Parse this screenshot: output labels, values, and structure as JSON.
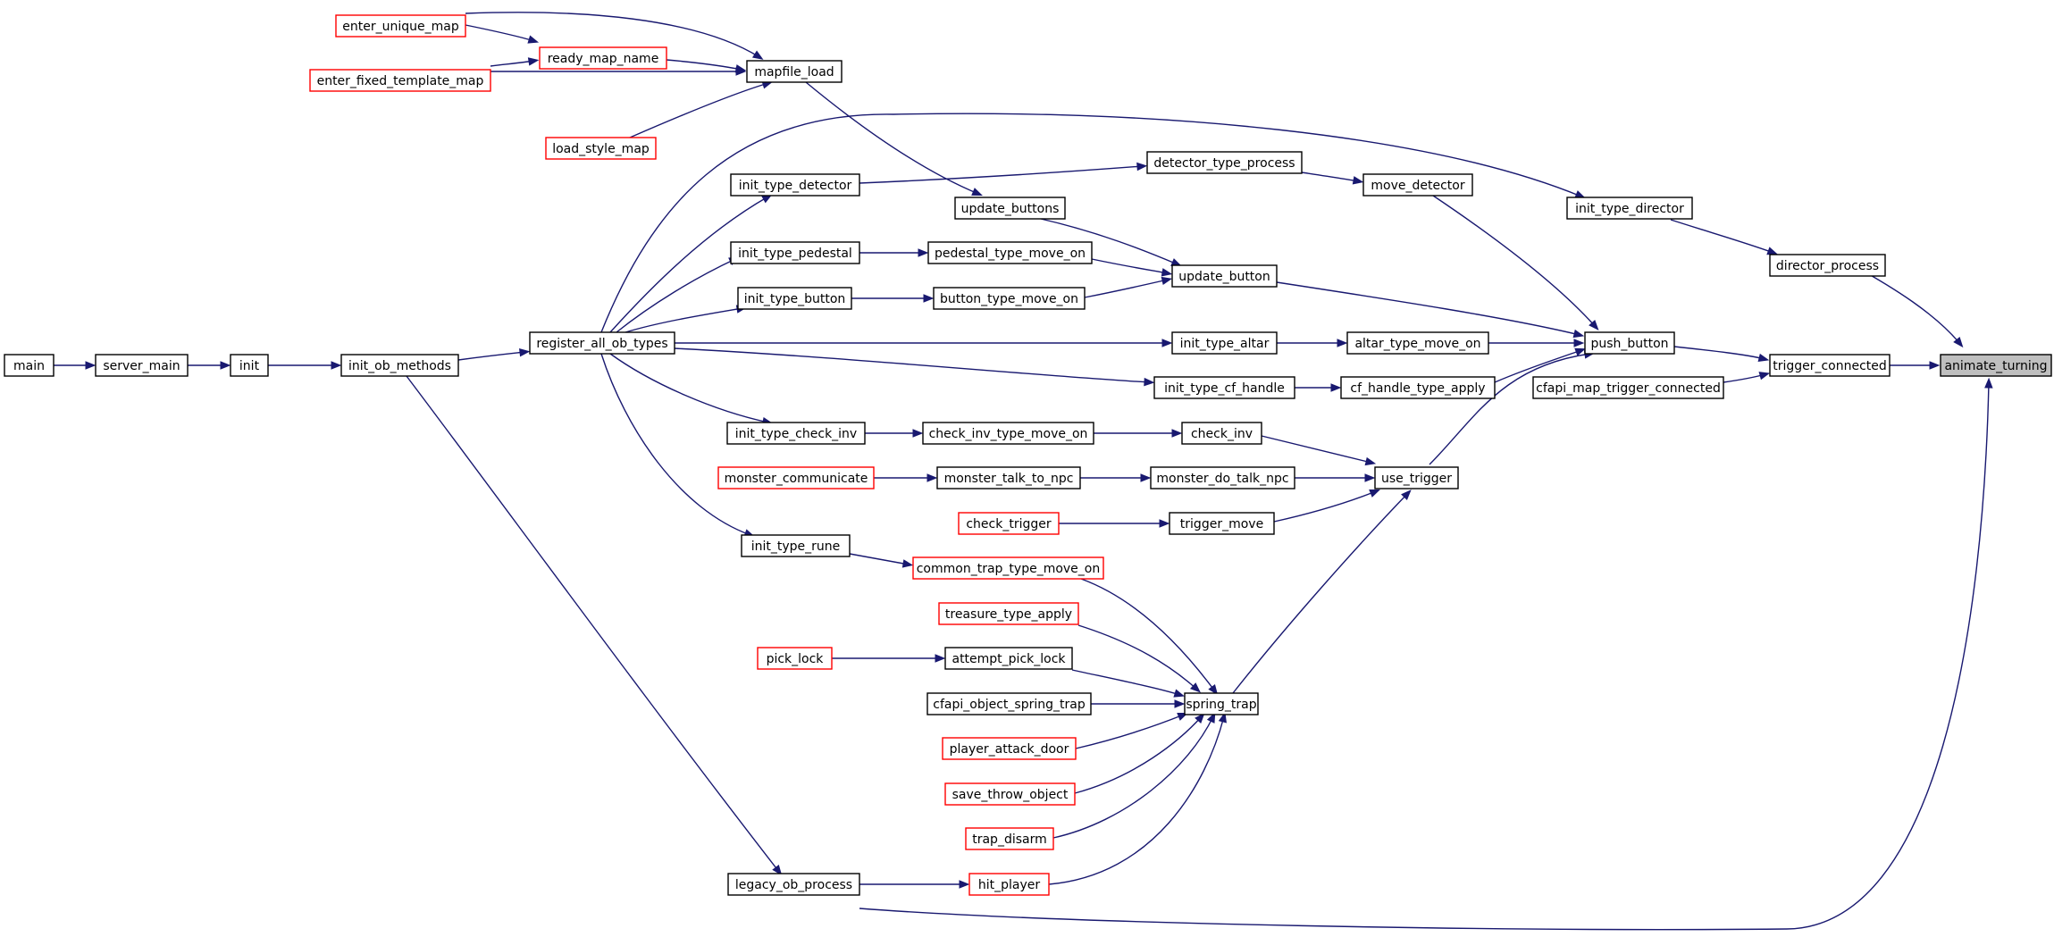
{
  "colors": {
    "edge": "#191970",
    "incomplete_border": "#ff0000",
    "node_border": "#000000",
    "selected_fill": "#bfbfbf"
  },
  "nodes": [
    {
      "id": "animate_turning",
      "label": "animate_turning",
      "selected": true
    },
    {
      "id": "director_process",
      "label": "director_process"
    },
    {
      "id": "trigger_connected",
      "label": "trigger_connected"
    },
    {
      "id": "init_type_director",
      "label": "init_type_director"
    },
    {
      "id": "cfapi_map_trigger_connected",
      "label": "cfapi_map_trigger_connected"
    },
    {
      "id": "push_button",
      "label": "push_button"
    },
    {
      "id": "move_detector",
      "label": "move_detector"
    },
    {
      "id": "altar_type_move_on",
      "label": "altar_type_move_on"
    },
    {
      "id": "cf_handle_type_apply",
      "label": "cf_handle_type_apply"
    },
    {
      "id": "use_trigger",
      "label": "use_trigger"
    },
    {
      "id": "update_button",
      "label": "update_button"
    },
    {
      "id": "detector_type_process",
      "label": "detector_type_process"
    },
    {
      "id": "update_buttons",
      "label": "update_buttons"
    },
    {
      "id": "pedestal_type_move_on",
      "label": "pedestal_type_move_on"
    },
    {
      "id": "button_type_move_on",
      "label": "button_type_move_on"
    },
    {
      "id": "init_type_altar",
      "label": "init_type_altar"
    },
    {
      "id": "init_type_cf_handle",
      "label": "init_type_cf_handle"
    },
    {
      "id": "check_inv",
      "label": "check_inv"
    },
    {
      "id": "monster_do_talk_npc",
      "label": "monster_do_talk_npc"
    },
    {
      "id": "trigger_move",
      "label": "trigger_move"
    },
    {
      "id": "spring_trap",
      "label": "spring_trap"
    },
    {
      "id": "mapfile_load",
      "label": "mapfile_load"
    },
    {
      "id": "init_type_detector",
      "label": "init_type_detector"
    },
    {
      "id": "init_type_pedestal",
      "label": "init_type_pedestal"
    },
    {
      "id": "init_type_button",
      "label": "init_type_button"
    },
    {
      "id": "register_all_ob_types",
      "label": "register_all_ob_types"
    },
    {
      "id": "check_inv_type_move_on",
      "label": "check_inv_type_move_on"
    },
    {
      "id": "monster_talk_to_npc",
      "label": "monster_talk_to_npc"
    },
    {
      "id": "check_trigger",
      "label": "check_trigger",
      "incomplete": true
    },
    {
      "id": "common_trap_type_move_on",
      "label": "common_trap_type_move_on",
      "incomplete": true
    },
    {
      "id": "treasure_type_apply",
      "label": "treasure_type_apply",
      "incomplete": true
    },
    {
      "id": "attempt_pick_lock",
      "label": "attempt_pick_lock"
    },
    {
      "id": "cfapi_object_spring_trap",
      "label": "cfapi_object_spring_trap"
    },
    {
      "id": "player_attack_door",
      "label": "player_attack_door",
      "incomplete": true
    },
    {
      "id": "save_throw_object",
      "label": "save_throw_object",
      "incomplete": true
    },
    {
      "id": "trap_disarm",
      "label": "trap_disarm",
      "incomplete": true
    },
    {
      "id": "hit_player",
      "label": "hit_player",
      "incomplete": true
    },
    {
      "id": "enter_unique_map",
      "label": "enter_unique_map",
      "incomplete": true
    },
    {
      "id": "ready_map_name",
      "label": "ready_map_name",
      "incomplete": true
    },
    {
      "id": "enter_fixed_template_map",
      "label": "enter_fixed_template_map",
      "incomplete": true
    },
    {
      "id": "load_style_map",
      "label": "load_style_map",
      "incomplete": true
    },
    {
      "id": "init_ob_methods",
      "label": "init_ob_methods"
    },
    {
      "id": "init_type_check_inv",
      "label": "init_type_check_inv"
    },
    {
      "id": "monster_communicate",
      "label": "monster_communicate",
      "incomplete": true
    },
    {
      "id": "init_type_rune",
      "label": "init_type_rune"
    },
    {
      "id": "pick_lock",
      "label": "pick_lock",
      "incomplete": true
    },
    {
      "id": "legacy_ob_process",
      "label": "legacy_ob_process"
    },
    {
      "id": "init",
      "label": "init"
    },
    {
      "id": "server_main",
      "label": "server_main"
    },
    {
      "id": "main",
      "label": "main"
    }
  ],
  "edges": [
    {
      "from": "director_process",
      "to": "animate_turning"
    },
    {
      "from": "trigger_connected",
      "to": "animate_turning"
    },
    {
      "from": "legacy_ob_process",
      "to": "animate_turning"
    },
    {
      "from": "init_type_director",
      "to": "director_process"
    },
    {
      "from": "register_all_ob_types",
      "to": "init_type_director"
    },
    {
      "from": "push_button",
      "to": "trigger_connected"
    },
    {
      "from": "cfapi_map_trigger_connected",
      "to": "trigger_connected"
    },
    {
      "from": "move_detector",
      "to": "push_button"
    },
    {
      "from": "update_button",
      "to": "push_button"
    },
    {
      "from": "altar_type_move_on",
      "to": "push_button"
    },
    {
      "from": "cf_handle_type_apply",
      "to": "push_button"
    },
    {
      "from": "use_trigger",
      "to": "push_button"
    },
    {
      "from": "detector_type_process",
      "to": "move_detector"
    },
    {
      "from": "init_type_detector",
      "to": "detector_type_process"
    },
    {
      "from": "update_buttons",
      "to": "update_button"
    },
    {
      "from": "pedestal_type_move_on",
      "to": "update_button"
    },
    {
      "from": "button_type_move_on",
      "to": "update_button"
    },
    {
      "from": "mapfile_load",
      "to": "update_buttons"
    },
    {
      "from": "enter_unique_map",
      "to": "mapfile_load"
    },
    {
      "from": "ready_map_name",
      "to": "mapfile_load"
    },
    {
      "from": "enter_fixed_template_map",
      "to": "mapfile_load"
    },
    {
      "from": "load_style_map",
      "to": "mapfile_load"
    },
    {
      "from": "enter_unique_map",
      "to": "ready_map_name"
    },
    {
      "from": "enter_fixed_template_map",
      "to": "ready_map_name"
    },
    {
      "from": "init_type_pedestal",
      "to": "pedestal_type_move_on"
    },
    {
      "from": "init_type_button",
      "to": "button_type_move_on"
    },
    {
      "from": "init_type_altar",
      "to": "altar_type_move_on"
    },
    {
      "from": "init_type_cf_handle",
      "to": "cf_handle_type_apply"
    },
    {
      "from": "check_inv",
      "to": "use_trigger"
    },
    {
      "from": "monster_do_talk_npc",
      "to": "use_trigger"
    },
    {
      "from": "trigger_move",
      "to": "use_trigger"
    },
    {
      "from": "spring_trap",
      "to": "use_trigger"
    },
    {
      "from": "check_inv_type_move_on",
      "to": "check_inv"
    },
    {
      "from": "init_type_check_inv",
      "to": "check_inv_type_move_on"
    },
    {
      "from": "monster_talk_to_npc",
      "to": "monster_do_talk_npc"
    },
    {
      "from": "monster_communicate",
      "to": "monster_talk_to_npc"
    },
    {
      "from": "check_trigger",
      "to": "trigger_move"
    },
    {
      "from": "common_trap_type_move_on",
      "to": "spring_trap"
    },
    {
      "from": "treasure_type_apply",
      "to": "spring_trap"
    },
    {
      "from": "attempt_pick_lock",
      "to": "spring_trap"
    },
    {
      "from": "cfapi_object_spring_trap",
      "to": "spring_trap"
    },
    {
      "from": "player_attack_door",
      "to": "spring_trap"
    },
    {
      "from": "save_throw_object",
      "to": "spring_trap"
    },
    {
      "from": "trap_disarm",
      "to": "spring_trap"
    },
    {
      "from": "hit_player",
      "to": "spring_trap"
    },
    {
      "from": "pick_lock",
      "to": "attempt_pick_lock"
    },
    {
      "from": "init_type_rune",
      "to": "common_trap_type_move_on"
    },
    {
      "from": "legacy_ob_process",
      "to": "hit_player"
    },
    {
      "from": "register_all_ob_types",
      "to": "init_type_detector"
    },
    {
      "from": "register_all_ob_types",
      "to": "init_type_pedestal"
    },
    {
      "from": "register_all_ob_types",
      "to": "init_type_button"
    },
    {
      "from": "register_all_ob_types",
      "to": "init_type_altar"
    },
    {
      "from": "register_all_ob_types",
      "to": "init_type_cf_handle"
    },
    {
      "from": "register_all_ob_types",
      "to": "init_type_check_inv"
    },
    {
      "from": "register_all_ob_types",
      "to": "init_type_rune"
    },
    {
      "from": "init_ob_methods",
      "to": "register_all_ob_types"
    },
    {
      "from": "init_ob_methods",
      "to": "legacy_ob_process"
    },
    {
      "from": "init",
      "to": "init_ob_methods"
    },
    {
      "from": "server_main",
      "to": "init"
    },
    {
      "from": "main",
      "to": "server_main"
    }
  ]
}
